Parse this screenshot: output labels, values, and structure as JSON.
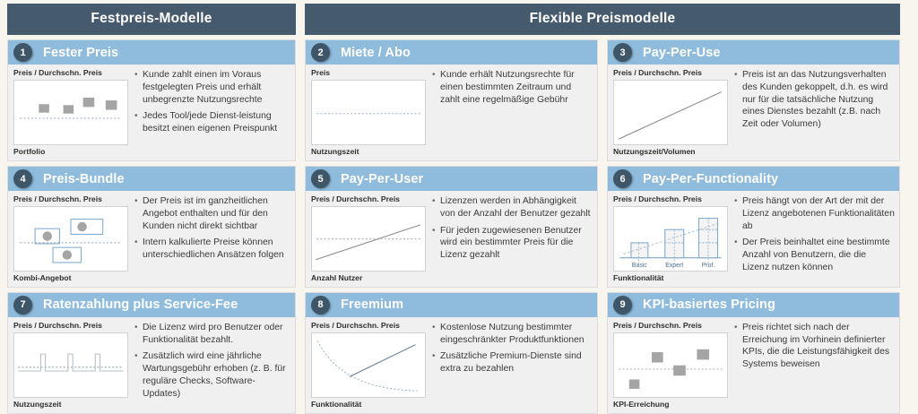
{
  "groups": [
    {
      "id": "festpreis",
      "header": "Festpreis-Modelle",
      "cards": [
        {
          "number": "1",
          "title": "Fester Preis",
          "y_label": "Preis / Durchschn. Preis",
          "x_label": "Portfolio",
          "chart_kind": "scatter-squares-above",
          "bullets": [
            "Kunde zahlt einen im Voraus festgelegten Preis und erhält unbegrenzte Nutzungsrechte",
            "Jedes Tool/jede Dienst-leistung besitzt einen eigenen Preispunkt"
          ]
        },
        {
          "number": "4",
          "title": "Preis-Bundle",
          "y_label": "Preis / Durchschn. Preis",
          "x_label": "Kombi-Angebot",
          "chart_kind": "boxed-circles",
          "bullets": [
            "Der Preis ist im ganzheitlichen Angebot enthalten und für den Kunden nicht direkt sichtbar",
            "Intern kalkulierte Preise können unterschiedlichen Ansätzen folgen"
          ]
        },
        {
          "number": "7",
          "title": "Ratenzahlung plus Service-Fee",
          "y_label": "Preis / Durchschn. Preis",
          "x_label": "Nutzungszeit",
          "chart_kind": "pulses",
          "bullets": [
            "Die Lizenz wird pro Benutzer oder Funktionalität bezahlt.",
            "Zusätzlich wird eine jährliche Wartungsgebühr erhoben (z. B. für reguläre Checks, Software-Updates)"
          ]
        }
      ]
    },
    {
      "id": "flexible",
      "header": "Flexible Preismodelle",
      "rows": [
        [
          {
            "number": "2",
            "title": "Miete / Abo",
            "y_label": "Preis",
            "x_label": "Nutzungszeit",
            "chart_kind": "flat-dotted",
            "bullets": [
              "Kunde erhält Nutzungsrechte für einen bestimmten Zeitraum und zahlt eine regelmäßige Gebühr"
            ]
          },
          {
            "number": "3",
            "title": "Pay-Per-Use",
            "y_label": "Preis / Durchschn. Preis",
            "x_label": "Nutzungszeit/Volumen",
            "chart_kind": "rising-line",
            "bullets": [
              "Preis ist an das Nutzungsverhalten des Kunden gekoppelt, d.h. es wird nur für die tatsächliche Nutzung eines Dienstes bezahlt (z.B. nach Zeit oder Volumen)"
            ]
          }
        ],
        [
          {
            "number": "5",
            "title": "Pay-Per-User",
            "y_label": "Preis / Durchschn. Preis",
            "x_label": "Anzahl Nutzer",
            "chart_kind": "rising-line-crossing",
            "bullets": [
              "Lizenzen werden in Abhängigkeit von der Anzahl der Benutzer gezahlt",
              "Für jeden zugewiesenen Benutzer wird ein bestimmter Preis für die Lizenz gezahlt"
            ]
          },
          {
            "number": "6",
            "title": "Pay-Per-Functionality",
            "y_label": "Preis / Durchschn. Preis",
            "x_label": "Funktionalität",
            "chart_kind": "bars",
            "bar_ticks": [
              "Basic",
              "Expert",
              "Prof."
            ],
            "bullets": [
              "Preis hängt von der Art der mit der Lizenz angebotenen Funktionalitäten ab",
              "Der Preis beinhaltet eine bestimmte Anzahl von Benutzern, die die Lizenz nutzen können"
            ]
          }
        ],
        [
          {
            "number": "8",
            "title": "Freemium",
            "y_label": "Preis / Durchschn. Preis",
            "x_label": "Funktionalität",
            "chart_kind": "cross-curve",
            "bullets": [
              "Kostenlose Nutzung bestimmter eingeschränkter Produktfunktionen",
              "Zusätzliche Premium-Dienste sind extra zu bezahlen"
            ]
          },
          {
            "number": "9",
            "title": "KPI-basiertes Pricing",
            "y_label": "Preis / Durchschn. Preis",
            "x_label": "KPI-Erreichung",
            "chart_kind": "scatter-squares-spread",
            "bullets": [
              "Preis richtet sich nach der Erreichung im Vorhinein definierter KPIs, die die Leistungsfähigkeit des Systems beweisen"
            ]
          }
        ]
      ]
    }
  ],
  "chart_data": [
    {
      "id": "chart-1",
      "type": "scatter",
      "title": "Fester Preis",
      "ylabel": "Preis / Durchschn. Preis",
      "xlabel": "Portfolio",
      "x": [
        1,
        2,
        3,
        4
      ],
      "y": [
        0.62,
        0.6,
        0.72,
        0.68
      ],
      "reference_line": 0.45,
      "grid": false,
      "marker": "square"
    },
    {
      "id": "chart-2",
      "type": "line",
      "title": "Miete / Abo",
      "ylabel": "Preis",
      "xlabel": "Nutzungszeit",
      "x": [
        0,
        1
      ],
      "y": [
        0.5,
        0.5
      ],
      "style": "dotted",
      "grid": false
    },
    {
      "id": "chart-3",
      "type": "line",
      "title": "Pay-Per-Use",
      "ylabel": "Preis / Durchschn. Preis",
      "xlabel": "Nutzungszeit/Volumen",
      "x": [
        0,
        1
      ],
      "y": [
        0.05,
        0.85
      ],
      "style": "solid",
      "grid": false
    },
    {
      "id": "chart-4",
      "type": "scatter",
      "title": "Preis-Bundle",
      "ylabel": "Preis / Durchschn. Preis",
      "xlabel": "Kombi-Angebot",
      "x": [
        1,
        2,
        3
      ],
      "y": [
        0.52,
        0.72,
        0.28
      ],
      "reference_line": 0.45,
      "grid": false,
      "marker": "circle-in-box"
    },
    {
      "id": "chart-5",
      "type": "line",
      "title": "Pay-Per-User",
      "ylabel": "Preis / Durchschn. Preis",
      "xlabel": "Anzahl Nutzer",
      "x": [
        0,
        1
      ],
      "y": [
        0.2,
        0.72
      ],
      "reference_line": 0.5,
      "style": "solid",
      "grid": false
    },
    {
      "id": "chart-6",
      "type": "bar",
      "title": "Pay-Per-Functionality",
      "ylabel": "Preis / Durchschn. Preis",
      "xlabel": "Funktionalität",
      "categories": [
        "Basic",
        "Expert",
        "Prof."
      ],
      "values": [
        0.3,
        0.62,
        0.88
      ],
      "trend_line": [
        0.12,
        0.78
      ],
      "grid": false
    },
    {
      "id": "chart-7",
      "type": "line",
      "title": "Ratenzahlung plus Service-Fee",
      "ylabel": "Preis / Durchschn. Preis",
      "xlabel": "Nutzungszeit",
      "pulses": 3,
      "baseline": 0.45,
      "pulse_height": 0.72,
      "grid": false
    },
    {
      "id": "chart-8",
      "type": "line",
      "title": "Freemium",
      "ylabel": "Preis / Durchschn. Preis",
      "xlabel": "Funktionalität",
      "series": [
        {
          "name": "Dotted decay",
          "style": "dotted",
          "x": [
            0,
            0.35,
            1
          ],
          "y": [
            0.95,
            0.38,
            0.1
          ]
        },
        {
          "name": "Rising solid",
          "style": "solid",
          "x": [
            0.35,
            1
          ],
          "y": [
            0.35,
            0.85
          ]
        }
      ],
      "grid": false
    },
    {
      "id": "chart-9",
      "type": "scatter",
      "title": "KPI-basiertes Pricing",
      "ylabel": "Preis / Durchschn. Preis",
      "xlabel": "KPI-Erreichung",
      "x": [
        1,
        2,
        3,
        4
      ],
      "y": [
        0.17,
        0.72,
        0.47,
        0.78
      ],
      "reference_line": 0.47,
      "grid": false,
      "marker": "square"
    }
  ],
  "colors": {
    "page_background": "#f7f5ee",
    "group_header": "#465a6e",
    "card_header": "#8fbcdd",
    "card_body": "#f0f0f0",
    "badge": "#3f5668",
    "marker_gray": "#a5a5a5",
    "line_gray": "#8a8a8a",
    "accent_blue": "#6f9fc4"
  }
}
